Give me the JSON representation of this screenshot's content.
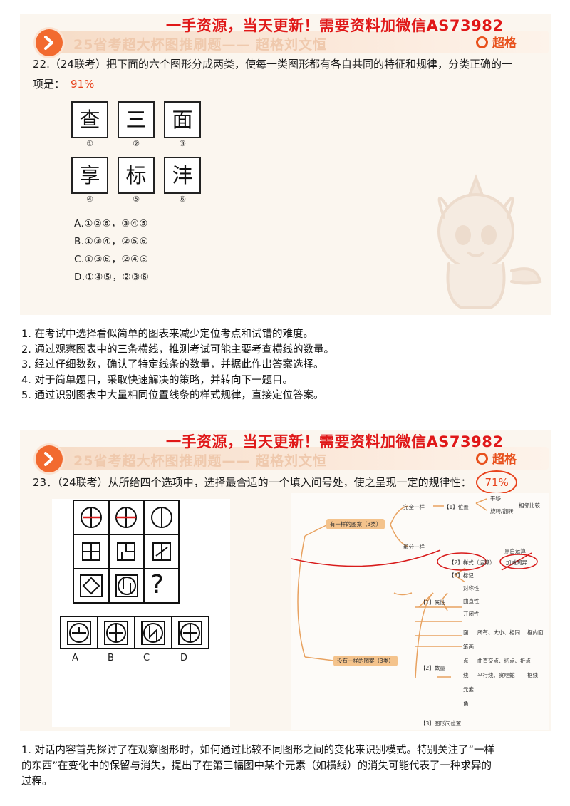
{
  "banner": {
    "watermark": "一手资源，当天更新！需要资料加微信AS73982",
    "subtitle": "25省考超大杯图推刷题—— 超格刘文恒",
    "brand": "超格"
  },
  "q22": {
    "text_line1": "22.（24联考）把下面的六个图形分成两类，使每一类图形都有各自共同的特征和规律，分类正确的一",
    "text_line2": "项是：",
    "rate": "91%",
    "figures": [
      {
        "char": "查",
        "num": "①"
      },
      {
        "char": "三",
        "num": "②"
      },
      {
        "char": "面",
        "num": "③"
      },
      {
        "char": "享",
        "num": "④"
      },
      {
        "char": "标",
        "num": "⑤"
      },
      {
        "char": "沣",
        "num": "⑥"
      }
    ],
    "options": [
      "A.①②⑥，③④⑤",
      "B.①③④，②⑤⑥",
      "C.①③⑥，②④⑤",
      "D.①④⑤，②③⑥"
    ]
  },
  "notes22": [
    "1. 在考试中选择看似简单的图表来减少定位考点和试错的难度。",
    "2. 通过观察图表中的三条横线，推测考试可能主要考查横线的数量。",
    "3. 经过仔细数数，确认了特定线条的数量，并据此作出答案选择。",
    "4. 对于简单题目，采取快速解决的策略，并转向下一题目。",
    "5. 通过识别图表中大量相同位置线条的样式规律，直接定位答案。"
  ],
  "q23": {
    "text": "23．（24联考）从所给四个选项中，选择最合适的一个填入问号处，使之呈现一定的规律性：",
    "rate": "71%",
    "question_mark": "?",
    "answer_labels": [
      "A",
      "B",
      "C",
      "D"
    ],
    "mindmap": {
      "root_same": "有一样的图案（3类）",
      "root_diff": "没有一样的图案（3类）",
      "same_full": "完全一样",
      "same_partial": "部分一样",
      "pos": "【1】位置",
      "pos_items": [
        "平移",
        "旋转/翻转"
      ],
      "pos_compare": "相邻比较",
      "style": "【2】样式（运算）",
      "style_items": [
        "黑白运算",
        "加减同异"
      ],
      "mark": "【3】标记",
      "attr": "【1】属性",
      "attr_items": [
        "对称性",
        "曲直性",
        "开闭性"
      ],
      "count": "【2】数量",
      "count_items": [
        "面",
        "笔画",
        "点",
        "线",
        "元素",
        "角"
      ],
      "count_details": [
        "所有、大小、相同",
        "曲直交点、切点、折点",
        "平行线、贪吃蛇"
      ],
      "count_extra": [
        "框内面",
        "框线"
      ],
      "relation": "【3】图形间位置"
    }
  },
  "notes23": {
    "line1": "1. 对话内容首先探讨了在观察图形时，如何通过比较不同图形之间的变化来识别模式。特别关注了“一样",
    "line2": "的东西”在变化中的保留与消失，提出了在第三幅图中某个元素（如横线）的消失可能代表了一种求异的",
    "line3": "过程。"
  },
  "colors": {
    "accent": "#f26a2f",
    "watermark": "#e01818",
    "rate": "#e8421c"
  }
}
